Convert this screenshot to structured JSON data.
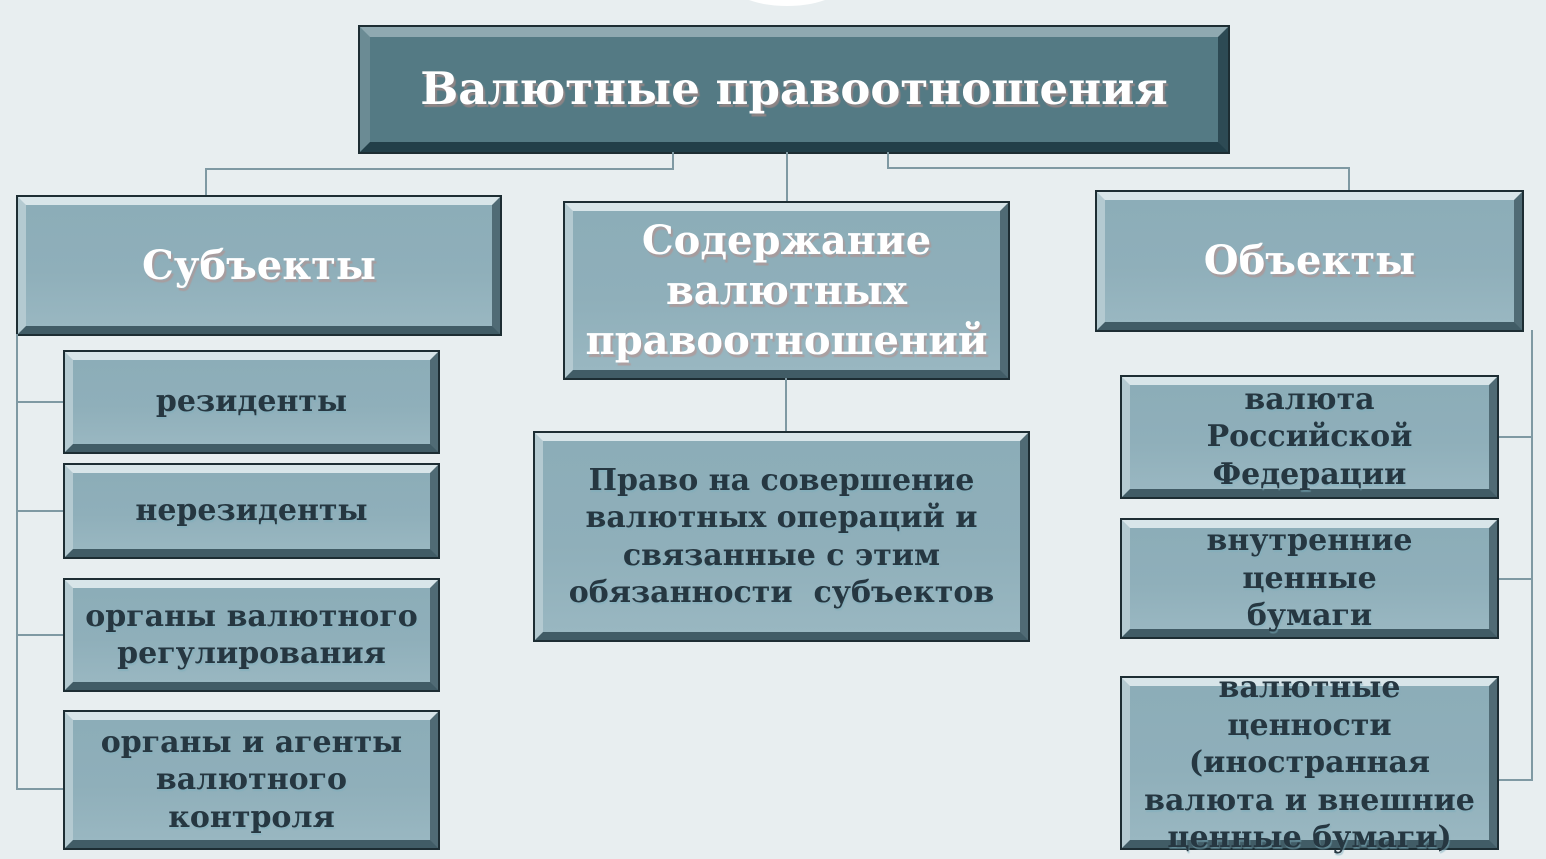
{
  "diagram": {
    "title": {
      "label": "Валютные правоотношения"
    },
    "branches": [
      {
        "label": "Субъекты",
        "children": [
          {
            "label": "резиденты"
          },
          {
            "label": "нерезиденты"
          },
          {
            "label": "органы валютного\nрегулирования"
          },
          {
            "label": "органы и агенты\nвалютного\nконтроля"
          }
        ]
      },
      {
        "label": "Содержание\nвалютных\nправоотношений",
        "children": [
          {
            "label": "Право на совершение\nвалютных операций и\nсвязанные с этим\nобязанности  субъектов"
          }
        ]
      },
      {
        "label": "Объекты",
        "children": [
          {
            "label": "валюта Российской\nФедерации"
          },
          {
            "label": "внутренние ценные\nбумаги"
          },
          {
            "label": "валютные ценности\n(иностранная\nвалюта и внешние\nценные бумаги)"
          }
        ]
      }
    ]
  },
  "colors": {
    "background": "#e8eef0",
    "root_fill": "#547a84",
    "node_fill": "#8fafba",
    "header_text": "#ffffff",
    "node_text": "#263741",
    "connector": "#7f99a3"
  }
}
